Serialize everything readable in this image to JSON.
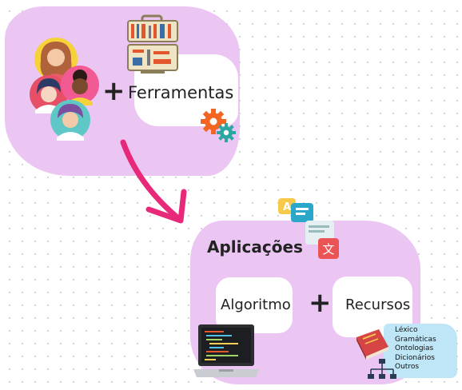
{
  "top_group": {
    "tools_label": "Ferramentas",
    "plus": "+"
  },
  "bottom_group": {
    "title": "Aplicações",
    "algorithm_label": "Algoritmo",
    "resources_label": "Recursos",
    "plus": "+",
    "resources_list": [
      "Léxico",
      "Gramáticas",
      "Ontologias",
      "Dicionários",
      "Outros"
    ]
  },
  "colors": {
    "blob": "#ecc6f3",
    "arrow": "#e8297a",
    "card": "#ffffff",
    "gear_orange": "#f26522",
    "gear_teal": "#2aa7a0",
    "banner": "#bfe6f6"
  },
  "icons": [
    "people-group-icon",
    "toolbox-icon",
    "gears-icon",
    "translation-bubbles-icon",
    "laptop-code-icon",
    "book-icon",
    "hierarchy-icon"
  ]
}
